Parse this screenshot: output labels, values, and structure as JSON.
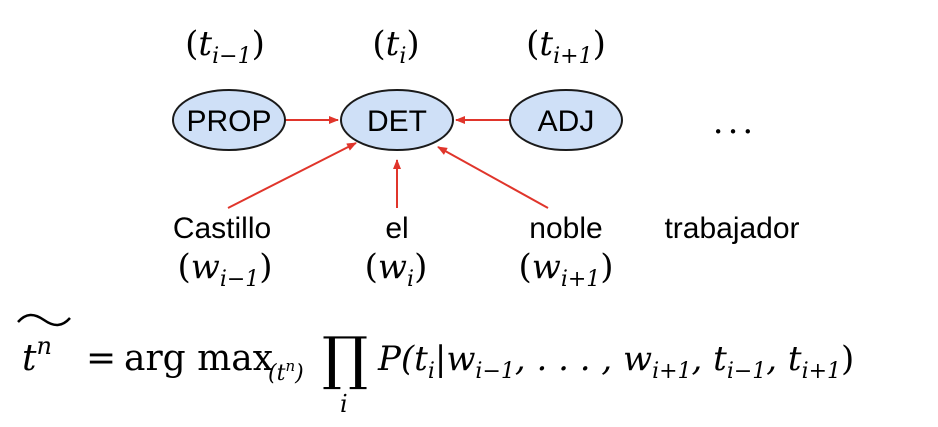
{
  "diagram": {
    "tag_labels": [
      {
        "var": "t",
        "sub": "i−1"
      },
      {
        "var": "t",
        "sub": "i"
      },
      {
        "var": "t",
        "sub": "i+1"
      }
    ],
    "nodes": [
      "PROP",
      "DET",
      "ADJ"
    ],
    "ellipsis": "...",
    "words": [
      "Castillo",
      "el",
      "noble",
      "trabajador"
    ],
    "word_labels": [
      {
        "var": "w",
        "sub": "i−1"
      },
      {
        "var": "w",
        "sub": "i"
      },
      {
        "var": "w",
        "sub": "i+1"
      }
    ],
    "formula": {
      "lhs_var": "t",
      "lhs_sup": "n",
      "equals": "=",
      "argmax": "arg max",
      "argmax_sub": "(t",
      "argmax_sub_sup": "n",
      "argmax_sub_close": ")",
      "product": "∏",
      "product_sub": "i",
      "body": "P(t",
      "body_t_sub": "i",
      "bar": "|w",
      "bar_w_sub": "i−1",
      "mid": ", . . . , w",
      "mid_w_sub": "i+1",
      "comma_t": ", t",
      "t_sub1": "i−1",
      "comma_t2": ", t",
      "t_sub2": "i+1",
      "close": ")"
    },
    "colors": {
      "node_fill": "#cfe0f7",
      "node_stroke": "#1a1a1a",
      "arrow": "#e0352b",
      "text": "#000000"
    }
  }
}
